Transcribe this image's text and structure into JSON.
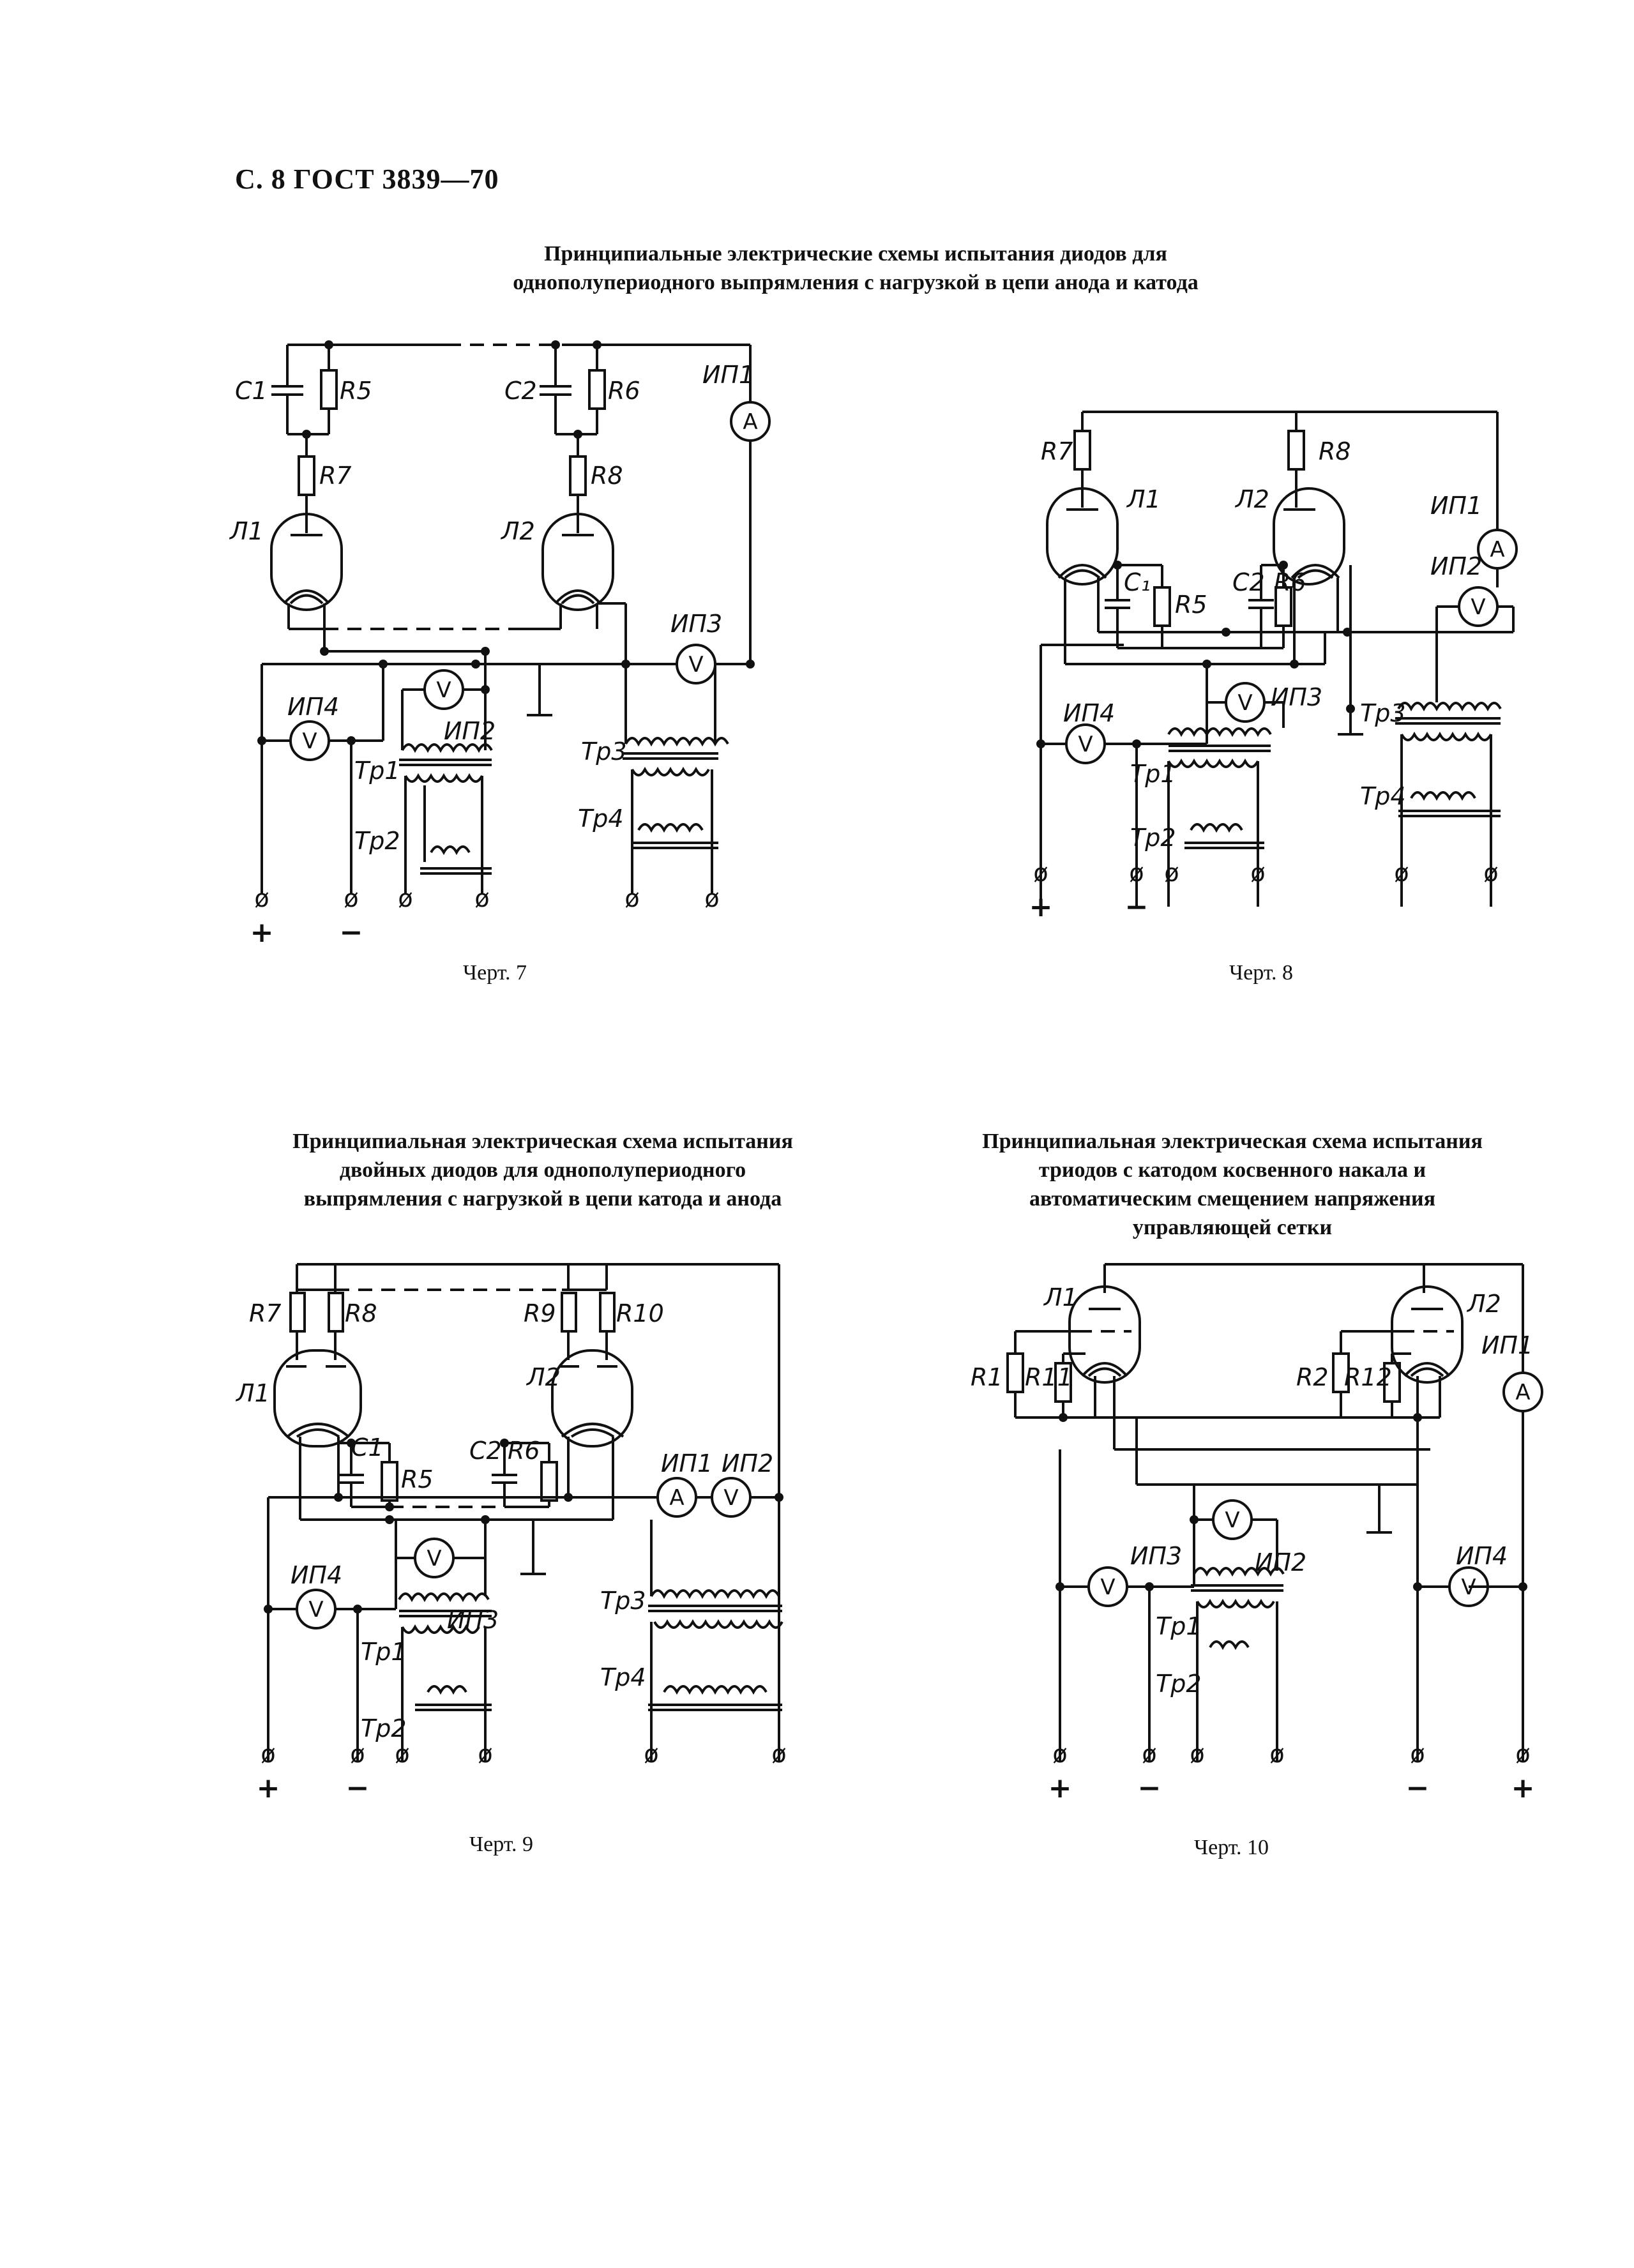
{
  "header": "С. 8 ГОСТ 3839—70",
  "top_title": [
    "Принципиальные электрические схемы испытания диодов для",
    "однополупериодного выпрямления с нагрузкой в цепи анода и катода"
  ],
  "fig9_title": [
    "Принципиальная электрическая схема испытания",
    "двойных диодов для однополупериодного",
    "выпрямления с нагрузкой в цепи катода и анода"
  ],
  "fig10_title": [
    "Принципиальная электрическая схема испытания",
    "триодов с катодом косвенного накала и",
    "автоматическим смещением напряжения",
    "управляющей сетки"
  ],
  "captions": {
    "fig7": "Черт. 7",
    "fig8": "Черт. 8",
    "fig9": "Черт. 9",
    "fig10": "Черт. 10"
  },
  "labels": {
    "C1": "C1",
    "C2": "C2",
    "C1_sub": "C₁",
    "R1": "R1",
    "R2": "R2",
    "R5": "R5",
    "R6": "R6",
    "R7": "R7",
    "R8": "R8",
    "R9": "R9",
    "R10": "R10",
    "R11": "R11",
    "R12": "R12",
    "L1": "Л1",
    "L2": "Л2",
    "IP1": "ИП1",
    "IP2": "ИП2",
    "IP3": "ИП3",
    "IP4": "ИП4",
    "Tr1": "Тр1",
    "Tr2": "Тр2",
    "Tr3": "Тр3",
    "Tr4": "Тр4",
    "ammeter": "A",
    "voltmeter": "V",
    "terminal": "ø",
    "plus": "+",
    "minus": "−"
  }
}
